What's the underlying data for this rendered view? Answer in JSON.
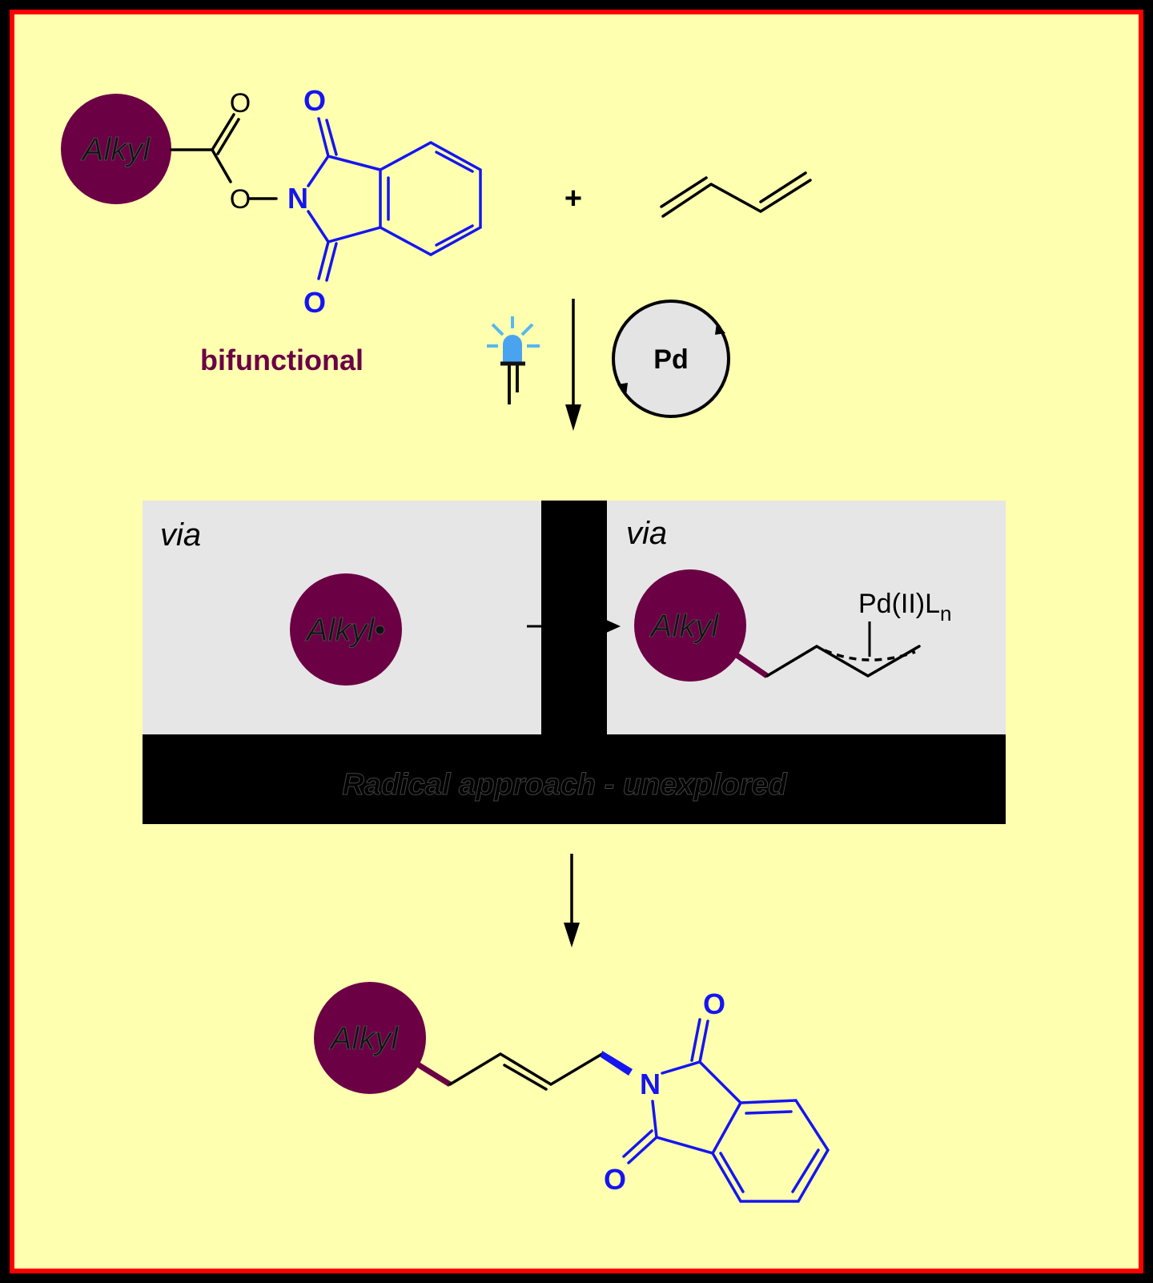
{
  "colors": {
    "background": "#ffffb0",
    "frame": "#ff0000",
    "alkyl": "#6b0045",
    "imide": "#1515f0",
    "box": "#e6e6e6"
  },
  "reactant": {
    "alkyl_label": "Alkyl",
    "carbonyl_o": "O",
    "ester_o": "O",
    "nitrogen": "N",
    "imide_o_top": "O",
    "imide_o_bottom": "O",
    "caption": "bifunctional"
  },
  "plus": "+",
  "conditions": {
    "light_icon": "blue-led-icon",
    "catalyst": "Pd"
  },
  "intermediates": {
    "left_via": "via",
    "radical_label": "Alkyl•",
    "right_via": "via",
    "alkyl_label": "Alkyl",
    "pd_complex": "Pd(II)L",
    "pd_subscript": "n",
    "banner": "Radical approach - unexplored"
  },
  "product": {
    "alkyl_label": "Alkyl",
    "nitrogen": "N",
    "o_top": "O",
    "o_bottom": "O"
  }
}
